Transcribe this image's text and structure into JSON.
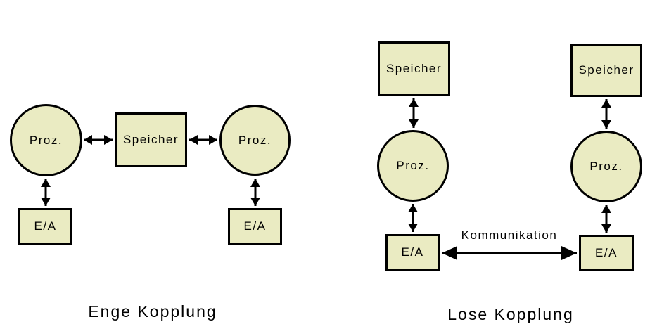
{
  "left_diagram": {
    "title": "Enge Kopplung",
    "nodes": {
      "proc_left": "Proz.",
      "speicher": "Speicher",
      "proc_right": "Proz.",
      "ea_left": "E/A",
      "ea_right": "E/A"
    }
  },
  "right_diagram": {
    "title": "Lose Kopplung",
    "comm_label": "Kommunikation",
    "nodes": {
      "speicher_left": "Speicher",
      "proc_left": "Proz.",
      "ea_left": "E/A",
      "speicher_right": "Speicher",
      "proc_right": "Proz.",
      "ea_right": "E/A"
    }
  },
  "colors": {
    "node_fill": "#EAEBC2",
    "node_border": "#000000",
    "text": "#000000",
    "background": "#FFFFFF"
  }
}
